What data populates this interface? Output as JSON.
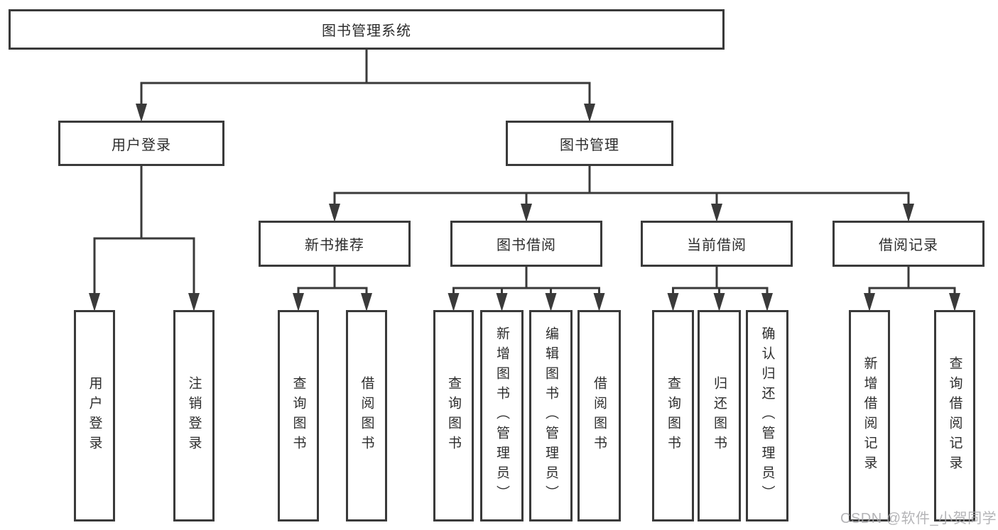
{
  "diagram": {
    "title": "图书管理系统",
    "type": "function-structure-tree",
    "nodes": [
      {
        "id": "root",
        "label": "图书管理系统",
        "level": 1,
        "parent": null,
        "text_direction": "horizontal"
      },
      {
        "id": "user-login",
        "label": "用户登录",
        "level": 2,
        "parent": "root",
        "text_direction": "horizontal"
      },
      {
        "id": "book-mgmt",
        "label": "图书管理",
        "level": 2,
        "parent": "root",
        "text_direction": "horizontal"
      },
      {
        "id": "new-book-rec",
        "label": "新书推荐",
        "level": 3,
        "parent": "book-mgmt",
        "text_direction": "horizontal"
      },
      {
        "id": "book-borrow",
        "label": "图书借阅",
        "level": 3,
        "parent": "book-mgmt",
        "text_direction": "horizontal"
      },
      {
        "id": "current-borrow",
        "label": "当前借阅",
        "level": 3,
        "parent": "book-mgmt",
        "text_direction": "horizontal"
      },
      {
        "id": "borrow-record",
        "label": "借阅记录",
        "level": 3,
        "parent": "book-mgmt",
        "text_direction": "horizontal"
      },
      {
        "id": "leaf-user-login",
        "label": "用户登录",
        "level": 4,
        "parent": "user-login",
        "text_direction": "vertical"
      },
      {
        "id": "leaf-logout",
        "label": "注销登录",
        "level": 4,
        "parent": "user-login",
        "text_direction": "vertical"
      },
      {
        "id": "nbr-query-book",
        "label": "查询图书",
        "level": 4,
        "parent": "new-book-rec",
        "text_direction": "vertical"
      },
      {
        "id": "nbr-borrow-book",
        "label": "借阅图书",
        "level": 4,
        "parent": "new-book-rec",
        "text_direction": "vertical"
      },
      {
        "id": "bb-query-book",
        "label": "查询图书",
        "level": 4,
        "parent": "book-borrow",
        "text_direction": "vertical"
      },
      {
        "id": "bb-add-book",
        "label": "新增图书（管理员）",
        "level": 4,
        "parent": "book-borrow",
        "text_direction": "vertical"
      },
      {
        "id": "bb-edit-book",
        "label": "编辑图书（管理员）",
        "level": 4,
        "parent": "book-borrow",
        "text_direction": "vertical"
      },
      {
        "id": "bb-borrow-book",
        "label": "借阅图书",
        "level": 4,
        "parent": "book-borrow",
        "text_direction": "vertical"
      },
      {
        "id": "cb-query-book",
        "label": "查询图书",
        "level": 4,
        "parent": "current-borrow",
        "text_direction": "vertical"
      },
      {
        "id": "cb-return-book",
        "label": "归还图书",
        "level": 4,
        "parent": "current-borrow",
        "text_direction": "vertical"
      },
      {
        "id": "cb-confirm-return",
        "label": "确认归还（管理员）",
        "level": 4,
        "parent": "current-borrow",
        "text_direction": "vertical"
      },
      {
        "id": "br-add-record",
        "label": "新增借阅记录",
        "level": 4,
        "parent": "borrow-record",
        "text_direction": "vertical"
      },
      {
        "id": "br-query-record",
        "label": "查询借阅记录",
        "level": 4,
        "parent": "borrow-record",
        "text_direction": "vertical"
      }
    ]
  },
  "watermark": {
    "text": "CSDN @软件_小贺同学"
  },
  "colors": {
    "background": "#ffffff",
    "line": "#3a3a3a",
    "box_border": "#3a3a3a",
    "box_fill": "#ffffff",
    "text": "#2d2d2d",
    "watermark": "#a8a8ab"
  }
}
